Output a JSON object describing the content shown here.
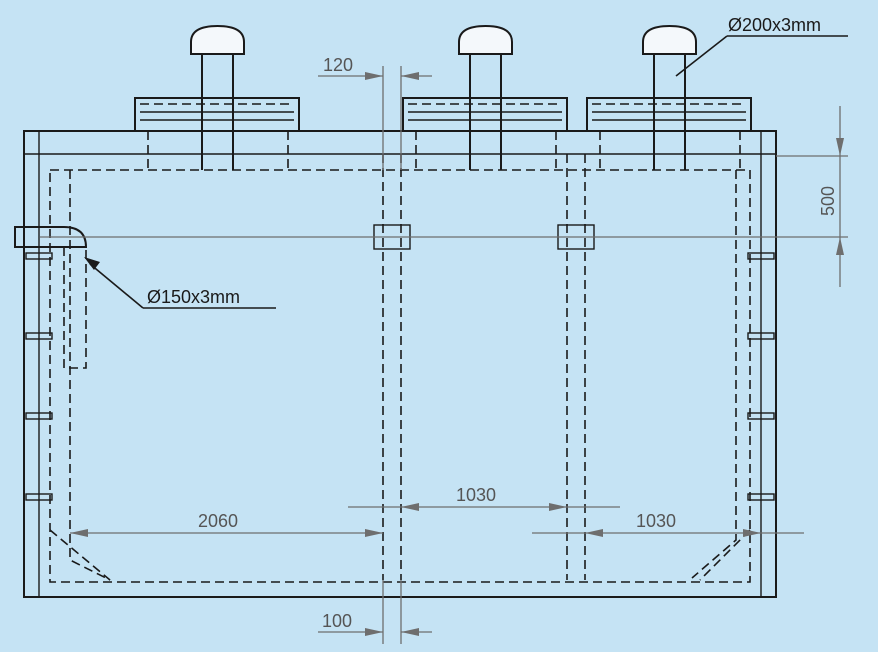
{
  "colors": {
    "background": "#c5e3f4",
    "line": "#1a1a1a",
    "dimension_line": "#6e6e6e"
  },
  "callouts": {
    "vent_pipe": "Ø200x3mm",
    "inlet_pipe": "Ø150x3mm"
  },
  "dimensions": {
    "gap_top": "120",
    "gap_bottom": "100",
    "vertical_offset": "500",
    "chamber_1_length": "2060",
    "chamber_2_length": "1030",
    "chamber_3_length": "1030"
  }
}
